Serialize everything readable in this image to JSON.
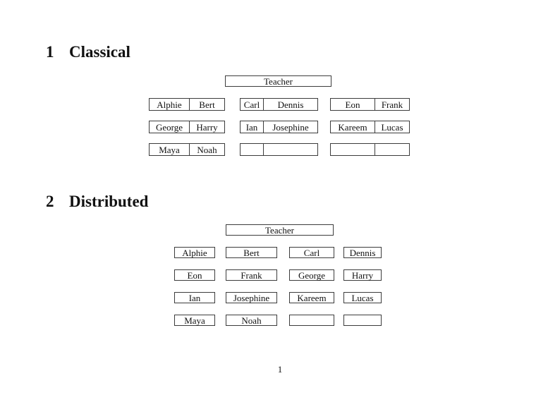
{
  "document": {
    "page_number": "1"
  },
  "colors": {
    "background": "#ffffff",
    "border": "#3c3c3c",
    "text": "#111111"
  },
  "classical": {
    "section_number": "1",
    "section_title": "Classical",
    "teacher_label": "Teacher",
    "rows": [
      {
        "desks": [
          {
            "cells": [
              "Alphie",
              "Bert"
            ]
          },
          {
            "cells": [
              "Carl",
              "Dennis"
            ]
          },
          {
            "cells": [
              "Eon",
              "Frank"
            ]
          }
        ]
      },
      {
        "desks": [
          {
            "cells": [
              "George",
              "Harry"
            ]
          },
          {
            "cells": [
              "Ian",
              "Josephine"
            ]
          },
          {
            "cells": [
              "Kareem",
              "Lucas"
            ]
          }
        ]
      },
      {
        "desks": [
          {
            "cells": [
              "Maya",
              "Noah"
            ]
          },
          {
            "cells": [
              "",
              ""
            ]
          },
          {
            "cells": [
              "",
              ""
            ]
          }
        ]
      }
    ]
  },
  "distributed": {
    "section_number": "2",
    "section_title": "Distributed",
    "teacher_label": "Teacher",
    "rows": [
      {
        "desks": [
          "Alphie",
          "Bert",
          "Carl",
          "Dennis"
        ]
      },
      {
        "desks": [
          "Eon",
          "Frank",
          "George",
          "Harry"
        ]
      },
      {
        "desks": [
          "Ian",
          "Josephine",
          "Kareem",
          "Lucas"
        ]
      },
      {
        "desks": [
          "Maya",
          "Noah",
          "",
          ""
        ]
      }
    ]
  }
}
